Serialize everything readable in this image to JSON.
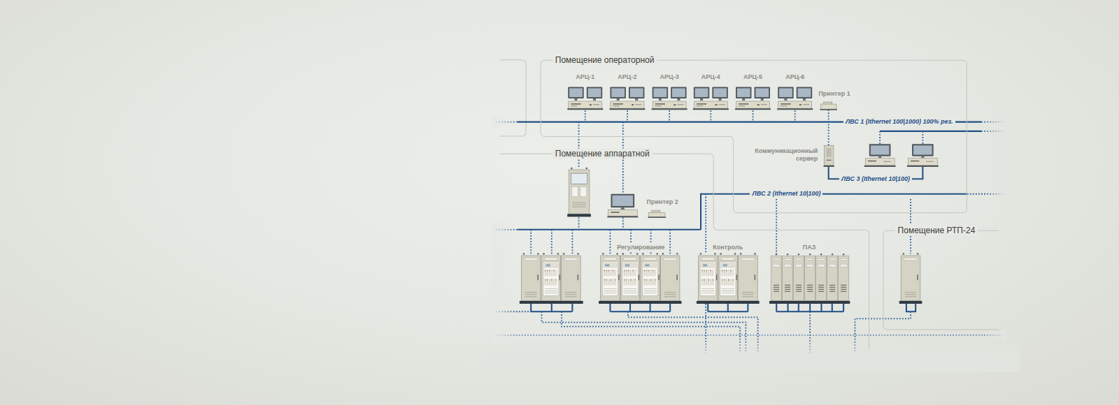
{
  "diagram": {
    "nodes": [
      {
        "text": [
          "Помещение операторной"
        ]
      },
      {
        "text": [
          "АРЦ-1"
        ],
        "in": 0
      },
      {
        "text": [
          "АРЦ-2"
        ],
        "in": 0
      },
      {
        "text": [
          "АРЦ-3"
        ],
        "in": 0
      },
      {
        "text": [
          "АРЦ-4"
        ],
        "in": 0
      },
      {
        "text": [
          "АРЦ-5"
        ],
        "in": 0
      },
      {
        "text": [
          "АРЦ-6"
        ],
        "in": 0
      },
      {
        "text": [
          "Принтер 1"
        ],
        "in": 0
      },
      {
        "text": [
          "Коммуникационный сервер"
        ],
        "in": 0
      },
      {
        "text": [
          "Помещение аппаратной"
        ]
      },
      {
        "text": [
          "Принтер 2"
        ],
        "in": 9
      },
      {
        "text": [
          "Регулирование"
        ],
        "in": 9
      },
      {
        "text": [
          "Контроль"
        ],
        "in": 9
      },
      {
        "text": [
          "ПАЗ"
        ],
        "in": 9
      },
      {
        "text": [
          "Помещение РТП-24"
        ]
      }
    ],
    "labels": [
      "ЛВС 1 (Ithernet 100|1000) 100% рез.",
      "ЛВС 3 (Ithernet 10|100)",
      "ЛВС 2 (Ithernet 10|100)"
    ]
  }
}
